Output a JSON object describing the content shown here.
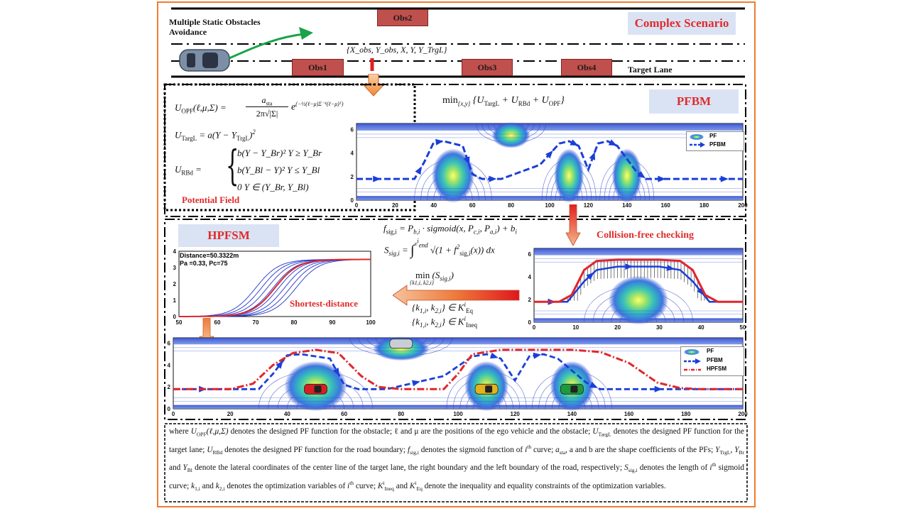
{
  "top": {
    "scenario_label": "Multiple Static Obstacles Avoidance",
    "title": "Complex Scenario",
    "state_vars": "{X_obs, Y_obs, X, Y, Y_TrgL}",
    "target_lane": "Target Lane",
    "obstacles": [
      "Obs2",
      "Obs1",
      "Obs3",
      "Obs4"
    ]
  },
  "pf": {
    "title": "Potential  Field",
    "eq_opf": "U_OPF(ℓ,μ,Σ) = a_sta / (2π√|Σ|) · e^(−½(ℓ−μ)Σ⁻¹(ℓ−μ)ᵀ)",
    "eq_targl": "U_TargL = a(Y − Y_TrgL)²",
    "eq_rbd_1": "b(Y − Y_Br)²   Y ≥ Y_Br",
    "eq_rbd_2": "b(Y_Bl − Y)²   Y ≤ Y_Bl",
    "eq_rbd_3": "0   Y ∈ (Y_Br, Y_Bl)",
    "eq_rbd_lhs": "U_RBd ="
  },
  "pfbm": {
    "title": "PFBM",
    "objective": "min{x,y} {U_TargL + U_RBd + U_OPF}",
    "legend": [
      "PF",
      "PFBM"
    ]
  },
  "hpfsm": {
    "title": "HPFSM",
    "eq_f": "f_sig,i = P_b,i · sigmoid(x, P_c,i, P_a,i) + b_i",
    "eq_s": "S_sig,i = ∫ √(1 + f²_sig,i(x)) dx",
    "eq_min": "min (S_sig,i)",
    "eq_min_sub": "{k1,i, k2,i}",
    "eq_c1": "{k1,i, k2,i} ∈ K^i_Eq",
    "eq_c2": "{k1,i, k2,i} ∈ K^i_Ineq",
    "collision_title": "Collision-free checking",
    "shortest_title": "Shortest-distance",
    "info_1": "Distance=50.3322m",
    "info_2": "Pa =0.33, Pc=75"
  },
  "bottom": {
    "legend": [
      "PF",
      "PFBM",
      "HPFSM"
    ]
  },
  "axes": {
    "x200": [
      "0",
      "20",
      "40",
      "60",
      "80",
      "100",
      "120",
      "140",
      "160",
      "180",
      "200"
    ],
    "y6": [
      "6",
      "4",
      "2",
      "0"
    ],
    "x50": [
      "0",
      "10",
      "20",
      "30",
      "40",
      "50"
    ],
    "ysd": [
      "4",
      "3",
      "2",
      "1",
      "0"
    ],
    "xsd": [
      "50",
      "60",
      "70",
      "80",
      "90",
      "100"
    ]
  },
  "chart_data": [
    {
      "type": "line",
      "title": "PFBM",
      "x": [
        0,
        20,
        30,
        35,
        40,
        45,
        55,
        60,
        65,
        75,
        95,
        105,
        110,
        115,
        120,
        125,
        130,
        135,
        145,
        150,
        155,
        160,
        180,
        200
      ],
      "series": [
        {
          "name": "PFBM",
          "values": [
            1.8,
            1.8,
            1.8,
            3.2,
            4.9,
            5.0,
            4.6,
            2.2,
            1.8,
            1.8,
            3.0,
            4.8,
            5.0,
            4.6,
            2.6,
            4.8,
            5.0,
            4.6,
            2.4,
            1.8,
            1.8,
            1.8,
            1.8,
            1.8
          ]
        }
      ],
      "xlim": [
        0,
        200
      ],
      "ylim": [
        0,
        6.5
      ]
    },
    {
      "type": "line",
      "title": "Collision-free checking",
      "x": [
        0,
        6,
        9,
        12,
        15,
        20,
        25,
        30,
        35,
        38,
        41,
        44,
        50
      ],
      "series": [
        {
          "name": "HPFSM",
          "values": [
            1.8,
            1.8,
            2.4,
            4.6,
            5.4,
            5.5,
            5.5,
            5.5,
            5.4,
            4.6,
            2.4,
            1.8,
            1.8
          ]
        }
      ],
      "xlim": [
        0,
        50
      ],
      "ylim": [
        0,
        6.5
      ]
    },
    {
      "type": "line",
      "title": "Shortest-distance",
      "x": [
        50,
        60,
        65,
        70,
        72,
        75,
        78,
        80,
        85,
        90,
        100
      ],
      "series": [
        {
          "name": "shortest",
          "values": [
            0,
            0.05,
            0.3,
            1.0,
            1.5,
            2.4,
            3.1,
            3.35,
            3.45,
            3.5,
            3.5
          ]
        }
      ],
      "xlim": [
        50,
        100
      ],
      "ylim": [
        0,
        4
      ]
    }
  ],
  "colors": {
    "frame": "#ed7d31",
    "title_red": "#e02b2b",
    "title_bg": "#dae3f3",
    "pfbm_blue": "#1b3fd8",
    "hpfsm_red": "#e0262b",
    "obstacle": "#c0504d",
    "arrow_green": "#19a34a"
  },
  "note": {
    "p1": "where ",
    "t_uopf": "U",
    "s_uopf": "OPF",
    "t_args": "(ℓ,μ,Σ)",
    "p2": " denotes the designed PF function for the obstacle; ℓ and μ are the positions of the ego vehicle and the obstacle; ",
    "s_targl": "TargL",
    "p3": " denotes the designed PF function for the target lane; ",
    "s_rbd": "RBd",
    "p4": " denotes the designed PF function for the road boundary; ",
    "s_fsig": "sig,i",
    "p5": " denotes the sigmoid function of ",
    "sup_th": "th",
    "p6": " curve; ",
    "s_asta": "sta",
    "p7": ", a and b are the shape coefficients of the PFs; ",
    "s_trgl": "TrgL",
    "s_br": "Br",
    "p8": " and ",
    "s_bl": "Bl",
    "p9": " denote the lateral coordinates of the center line of the target lane, the right boundary and the left boundary of the road, respectively; ",
    "p10": " denotes the length of ",
    "p11": " sigmoid curve; ",
    "s_k1": "1,i",
    "p12": " and ",
    "s_k2": "2,i",
    "p13": " denotes the optimization variables of ",
    "p14": " curve; ",
    "s_ineq": "Ineq",
    "sup_i": "i",
    "p15": " and ",
    "s_eq": "Eq",
    "p16": " denote the inequality and equality constraints of the optimization variables."
  }
}
